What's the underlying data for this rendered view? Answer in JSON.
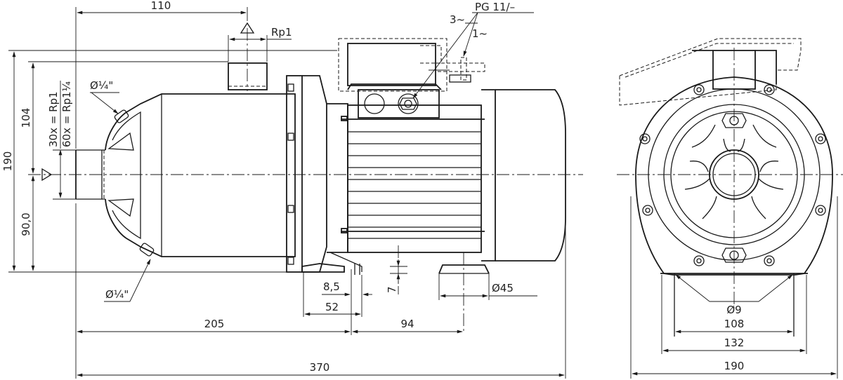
{
  "drawing": {
    "labels": {
      "top_110": "110",
      "rp1": "Rp1",
      "pg": "PG 11/–",
      "three_phase": "3~",
      "one_phase": "1~",
      "phi_quarter_top": "Ø¼\"",
      "phi_quarter_bottom": "Ø¼\"",
      "inlet_30x": "30x = Rp1",
      "inlet_60x": "60x = Rp1¼",
      "dim_104": "104",
      "dim_90": "90,0",
      "dim_190_left": "190",
      "dim_8_5": "8,5",
      "dim_7": "7",
      "dim_52": "52",
      "dim_phi45": "Ø45",
      "dim_205": "205",
      "dim_94": "94",
      "dim_370": "370",
      "dim_phi9": "Ø9",
      "dim_108": "108",
      "dim_132": "132",
      "dim_190_right": "190"
    }
  }
}
